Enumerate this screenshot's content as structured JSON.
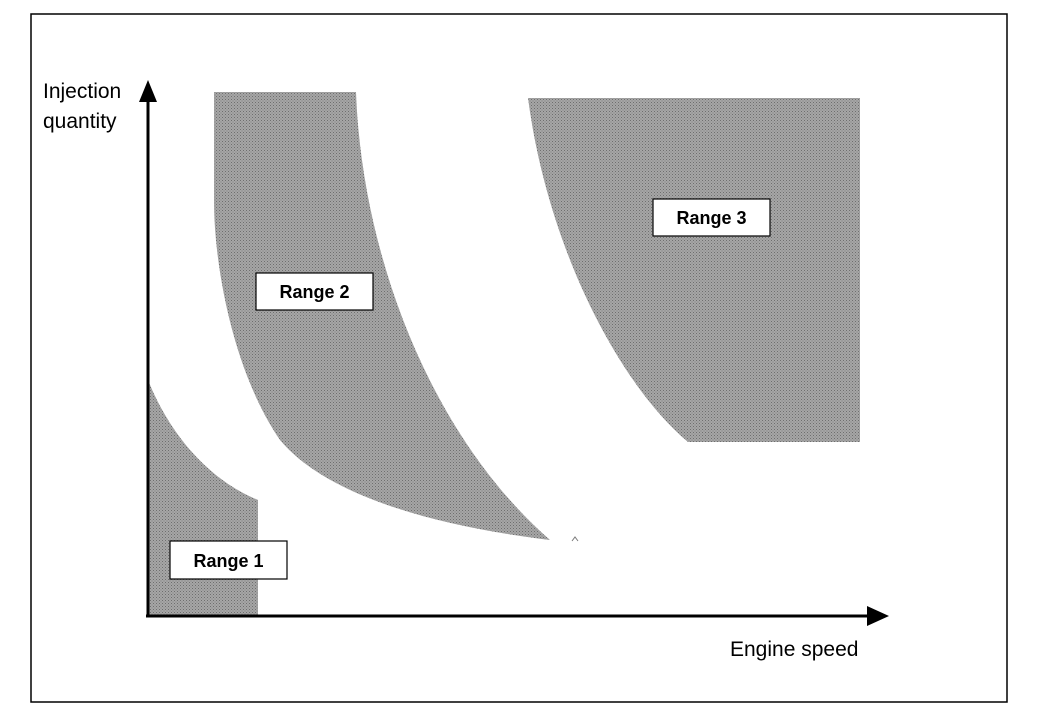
{
  "diagram": {
    "y_axis_label_line1": "Injection",
    "y_axis_label_line2": "quantity",
    "x_axis_label": "Engine speed",
    "ranges": [
      {
        "label": "Range 1"
      },
      {
        "label": "Range 2"
      },
      {
        "label": "Range 3"
      }
    ],
    "colors": {
      "region_fill": "#9a9a9a",
      "line": "#000000",
      "background": "#ffffff"
    }
  }
}
